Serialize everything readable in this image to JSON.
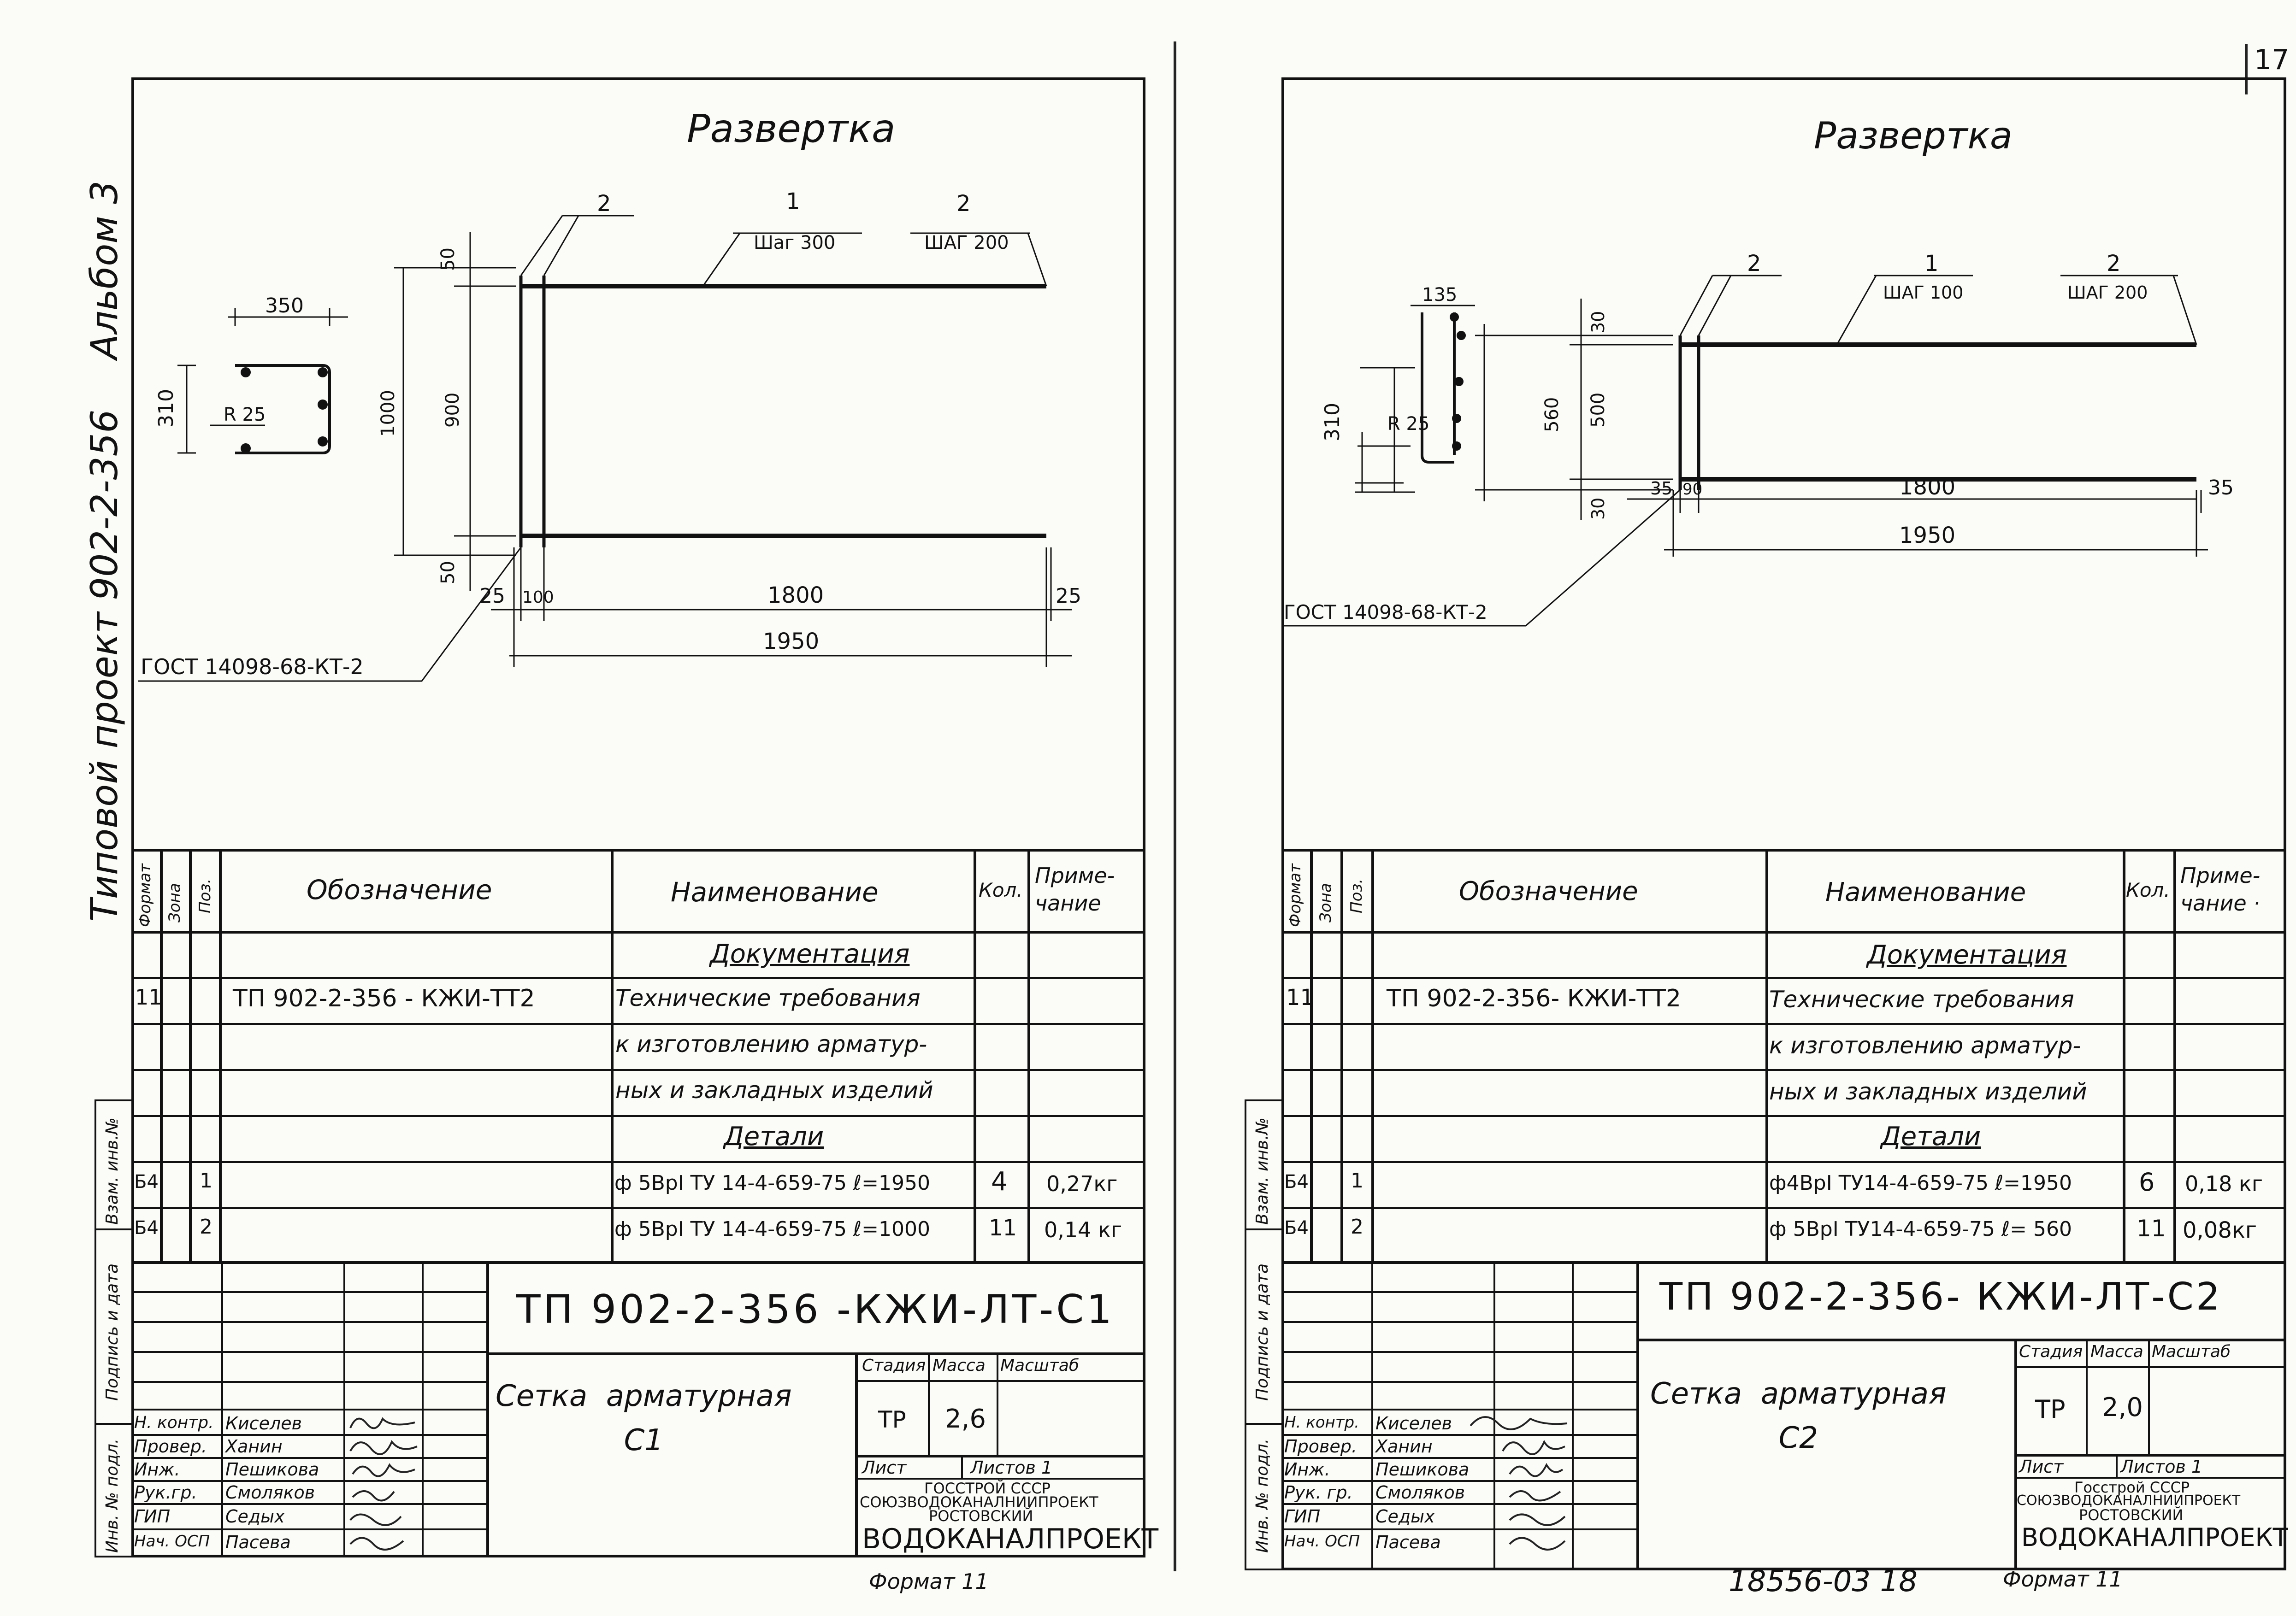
{
  "margin": {
    "album": "Альбом 3",
    "project": "Типовой проект 902-2-356",
    "stamp_inv": "Инв. № подл.",
    "stamp_sign": "Подпись и дата",
    "stamp_vzam": "Взам. инв.№"
  },
  "top_corner": "17",
  "bottom_code": "18556-03 18",
  "sheets": [
    {
      "title": "Развертка",
      "bend": {
        "width": "350",
        "height": "310",
        "radius": "R 25"
      },
      "callouts": {
        "left": "2",
        "middle": "1",
        "middle_step": "Шаг 300",
        "right": "2",
        "right_step": "ШАГ 200"
      },
      "dims_vertical": {
        "top": "50",
        "inner": "900",
        "outer": "1000",
        "bottom": "50"
      },
      "dims_horizontal": {
        "left": "25",
        "left_inner": "100",
        "inner": "1800",
        "right": "25",
        "overall": "1950"
      },
      "gost": "ГОСТ 14098-68-КТ-2",
      "spec_header": {
        "format": "Формат",
        "zone": "Зона",
        "pos": "Поз.",
        "designation": "Обозначение",
        "name": "Наименование",
        "qty": "Кол.",
        "note": "Приме-\nчание"
      },
      "spec_rows": [
        {
          "format": "",
          "zone": "",
          "pos": "",
          "designation": "",
          "name": "Документация",
          "qty": "",
          "note": "",
          "heading": true
        },
        {
          "format": "11",
          "zone": "",
          "pos": "",
          "designation": "ТП 902-2-356 -  КЖИ-ТТ2",
          "name": "Технические требования",
          "qty": "",
          "note": ""
        },
        {
          "format": "",
          "zone": "",
          "pos": "",
          "designation": "",
          "name": "к изготовлению арматур-",
          "qty": "",
          "note": ""
        },
        {
          "format": "",
          "zone": "",
          "pos": "",
          "designation": "",
          "name": "ных и закладных изделий",
          "qty": "",
          "note": ""
        },
        {
          "format": "",
          "zone": "",
          "pos": "",
          "designation": "",
          "name": "Детали",
          "qty": "",
          "note": "",
          "heading": true
        },
        {
          "format": "Б4",
          "zone": "",
          "pos": "1",
          "designation": "",
          "name": "ф 5ВрI ТУ 14-4-659-75  ℓ=1950",
          "qty": "4",
          "note": "0,27кг"
        },
        {
          "format": "Б4",
          "zone": "",
          "pos": "2",
          "designation": "",
          "name": "ф 5ВрI ТУ 14-4-659-75  ℓ=1000",
          "qty": "11",
          "note": "0,14 кг"
        }
      ],
      "title_block": {
        "code": "ТП 902-2-356 -КЖИ-ЛТ-С1",
        "name": "Сетка  арматурная\nС1",
        "stage_label": "Стадия",
        "mass_label": "Масса",
        "scale_label": "Масштаб",
        "stage": "ТР",
        "mass": "2,6",
        "scale": "",
        "sheet_label": "Лист",
        "sheets_label": "Листов 1",
        "org1": "ГОССТРОЙ СССР",
        "org2": "СОЮЗВОДОКАНАЛНИИПРОЕКТ",
        "org3": "РОСТОВСКИЙ",
        "org4": "ВОДОКАНАЛПРОЕКТ",
        "people": [
          {
            "role": "Н. контр.",
            "name": "Киселев"
          },
          {
            "role": "Провер.",
            "name": "Ханин"
          },
          {
            "role": "Инж.",
            "name": "Пешикова"
          },
          {
            "role": "Рук.гр.",
            "name": "Смоляков"
          },
          {
            "role": "ГИП",
            "name": "Седых"
          },
          {
            "role": "Нач. ОСП",
            "name": "Пасева"
          }
        ]
      },
      "format_label": "Формат 11"
    },
    {
      "title": "Развертка",
      "bend": {
        "width": "135",
        "height": "310",
        "radius": "R 25"
      },
      "callouts": {
        "left": "2",
        "middle": "1",
        "middle_step": "ШАГ 100",
        "right": "2",
        "right_step": "ШАГ 200"
      },
      "dims_vertical": {
        "top": "30",
        "inner": "500",
        "outer": "560",
        "bottom": "30"
      },
      "dims_horizontal": {
        "left": "35",
        "left_inner": "90",
        "inner": "1800",
        "right": "35",
        "overall": "1950"
      },
      "gost": "ГОСТ 14098-68-КТ-2",
      "spec_header": {
        "format": "Формат",
        "zone": "Зона",
        "pos": "Поз.",
        "designation": "Обозначение",
        "name": "Наименование",
        "qty": "Кол.",
        "note": "Приме-\nчание ·"
      },
      "spec_rows": [
        {
          "format": "",
          "zone": "",
          "pos": "",
          "designation": "",
          "name": "Документация",
          "qty": "",
          "note": "",
          "heading": true
        },
        {
          "format": "11",
          "zone": "",
          "pos": "",
          "designation": "ТП 902-2-356- КЖИ-ТТ2",
          "name": "Технические требования",
          "qty": "",
          "note": ""
        },
        {
          "format": "",
          "zone": "",
          "pos": "",
          "designation": "",
          "name": "к изготовлению арматур-",
          "qty": "",
          "note": ""
        },
        {
          "format": "",
          "zone": "",
          "pos": "",
          "designation": "",
          "name": "ных и закладных изделий",
          "qty": "",
          "note": ""
        },
        {
          "format": "",
          "zone": "",
          "pos": "",
          "designation": "",
          "name": "Детали",
          "qty": "",
          "note": "",
          "heading": true
        },
        {
          "format": "Б4",
          "zone": "",
          "pos": "1",
          "designation": "",
          "name": "ф4ВрI ТУ14-4-659-75  ℓ=1950",
          "qty": "6",
          "note": "0,18 кг"
        },
        {
          "format": "Б4",
          "zone": "",
          "pos": "2",
          "designation": "",
          "name": "ф 5ВрI ТУ14-4-659-75  ℓ= 560",
          "qty": "11",
          "note": "0,08кг"
        }
      ],
      "title_block": {
        "code": "ТП 902-2-356- КЖИ-ЛТ-С2",
        "name": "Сетка  арматурная\nС2",
        "stage_label": "Стадия",
        "mass_label": "Масса",
        "scale_label": "Масштаб",
        "stage": "ТР",
        "mass": "2,0",
        "scale": "",
        "sheet_label": "Лист",
        "sheets_label": "Листов 1",
        "org1": "Госстрой СССР",
        "org2": "СОЮЗВОДОКАНАЛНИИПРОЕКТ",
        "org3": "РОСТОВСКИЙ",
        "org4": "ВОДОКАНАЛПРОЕКТ",
        "people": [
          {
            "role": "Н. контр.",
            "name": "Киселев"
          },
          {
            "role": "Провер.",
            "name": "Ханин"
          },
          {
            "role": "Инж.",
            "name": "Пешикова"
          },
          {
            "role": "Рук. гр.",
            "name": "Смоляков"
          },
          {
            "role": "ГИП",
            "name": "Седых"
          },
          {
            "role": "Нач. ОСП",
            "name": "Пасева"
          }
        ]
      },
      "format_label": "Формат 11"
    }
  ]
}
